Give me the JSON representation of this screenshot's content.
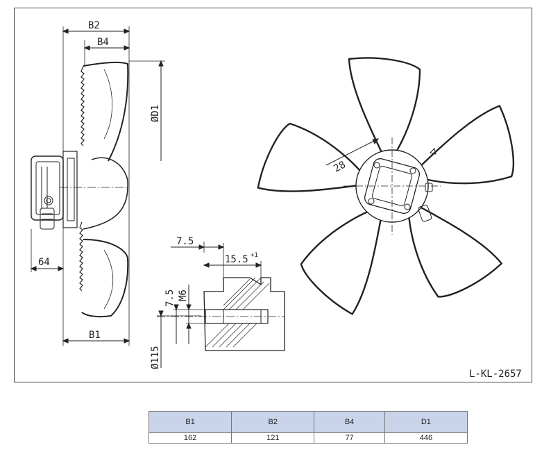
{
  "drawing": {
    "labels": {
      "b2": "B2",
      "b4": "B4",
      "d1": "ØD1",
      "b1": "B1",
      "dim_64": "64",
      "dim_28": "28",
      "dim_7_5_h": "7.5",
      "dim_15_5": "15.5",
      "dim_15_5_tol": "+1",
      "dim_7_5_v": "7.5",
      "m6": "M6",
      "d115": "Ø115"
    },
    "drawing_id": "L-KL-2657"
  },
  "table": {
    "headers": [
      "B1",
      "B2",
      "B4",
      "D1"
    ],
    "values": [
      "162",
      "121",
      "77",
      "446"
    ]
  }
}
